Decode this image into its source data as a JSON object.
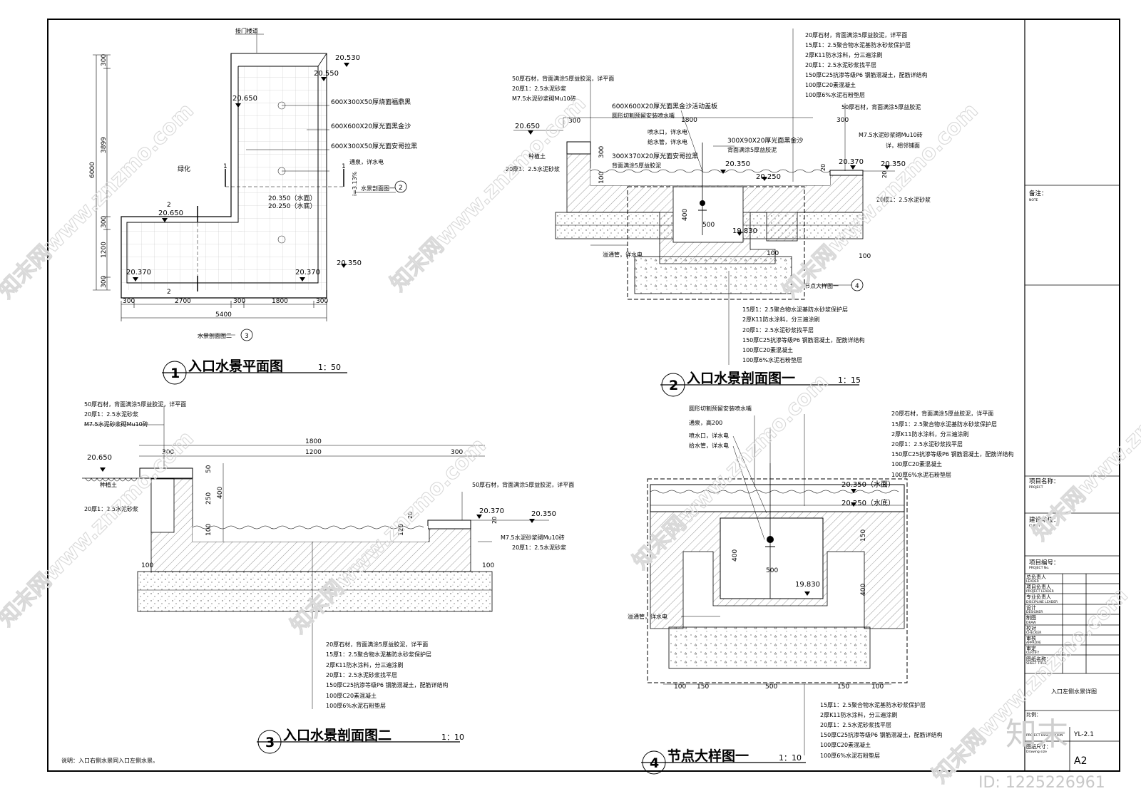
{
  "plan": {
    "title": "入口水景平面图",
    "number": "1",
    "scale": "1：50",
    "labels": {
      "doorway": "接门楼道",
      "greening": "绿化",
      "stone1": "600X300X50厚烧面福鼎黑",
      "stone2": "600X600X20厚光面黑金沙",
      "stone3": "600X300X50厚光面安哥拉黑",
      "nozzle": "通泉，详水电",
      "water_level": "20.350（水面）",
      "water_bottom": "20.250（水底）",
      "slope": "i=3.13%",
      "section_ref1": "水景剖面图一",
      "section_ref1_num": "2",
      "section_ref2": "水景剖面图二",
      "section_ref2_num": "3",
      "cut1": "1",
      "cut2": "2"
    },
    "elevations": [
      "20.530",
      "20.550",
      "20.650",
      "20.650",
      "20.370",
      "20.370",
      "20.350"
    ],
    "dims_vertical": [
      "300",
      "3899",
      "6000",
      "300",
      "1200",
      "300"
    ],
    "dims_horizontal": [
      "300",
      "2700",
      "300",
      "1800",
      "300"
    ],
    "dim_total": "5400"
  },
  "section1": {
    "title": "入口水景剖面图一",
    "number": "2",
    "scale": "1：15",
    "top_notes": [
      "20厚石材，背面满涂5厚益胶泥，详平面",
      "15厚1：2.5聚合物水泥基防水砂浆保护层",
      "2厚K11防水涂料，分三遍涂刷",
      "20厚1：2.5水泥砂浆找平层",
      "150厚C25抗渗等级P6 钢筋混凝土，配筋详结构",
      "100厚C20素混凝土",
      "100厚6%水泥石粉垫层"
    ],
    "left_notes": [
      "50厚石材，背面满涂5厚益胶泥，详平面",
      "20厚1：2.5水泥砂浆",
      "M7.5水泥砂浆砌Mu10砖"
    ],
    "callouts": [
      "600X600X20厚光面黑金沙活动盖板",
      "圆形切割预留安装喷水嘴",
      "喷水口，详水电",
      "给水管，详水电",
      "300X370X20厚光面安哥拉黑",
      "背面满涂5厚益胶泥",
      "300X90X20厚光面黑金沙",
      "背面满涂5厚益胶泥",
      "50厚石材，背面满涂5厚益胶泥",
      "M7.5水泥砂浆砌Mu10砖",
      "详，相邻铺面",
      "种植土",
      "20厚1：2.5水泥砂浆",
      "20厚1：2.5水泥砂浆",
      "溢通管，详水电",
      "节点大样图一"
    ],
    "detail_ref_num": "4",
    "elevations": [
      "20.650",
      "20.350",
      "20.250",
      "19.830",
      "20.370",
      "20.350"
    ],
    "dims": [
      "300",
      "1800",
      "300",
      "300",
      "100",
      "400",
      "500",
      "100",
      "100",
      "20",
      "20"
    ],
    "bottom_notes": [
      "15厚1：2.5聚合物水泥基防水砂浆保护层",
      "2厚K11防水涂料，分三遍涂刷",
      "20厚1：2.5水泥砂浆找平层",
      "150厚C25抗渗等级P6 钢筋混凝土，配筋详结构",
      "100厚C20素混凝土",
      "100厚6%水泥石粉垫层"
    ]
  },
  "section2": {
    "title": "入口水景剖面图二",
    "number": "3",
    "scale": "1：10",
    "left_notes": [
      "50厚石材，背面满涂5厚益胶泥，详平面",
      "20厚1：2.5水泥砂浆",
      "M7.5水泥砂浆砌Mu10砖"
    ],
    "right_notes": [
      "50厚石材，背面满涂5厚益胶泥，详平面",
      "M7.5水泥砂浆砌Mu10砖",
      "20厚1：2.5水泥砂浆"
    ],
    "labels": [
      "种植土",
      "20厚1：2.5水泥砂浆"
    ],
    "elevations": [
      "20.650",
      "20.370",
      "20.350"
    ],
    "dims_top": [
      "1800",
      "300",
      "1200",
      "300"
    ],
    "dims_vertical": [
      "50",
      "250",
      "400",
      "100",
      "120",
      "20",
      "20"
    ],
    "dims_side": [
      "100",
      "100"
    ],
    "bottom_notes": [
      "20厚石材，背面满涂5厚益胶泥，详平面",
      "15厚1：2.5聚合物水泥基防水砂浆保护层",
      "2厚K11防水涂料，分三遍涂刷",
      "20厚1：2.5水泥砂浆找平层",
      "150厚C25抗渗等级P6 钢筋混凝土，配筋详结构",
      "100厚C20素混凝土",
      "100厚6%水泥石粉垫层"
    ]
  },
  "detail": {
    "title": "节点大样图一",
    "number": "4",
    "scale": "1：10",
    "callouts": [
      "圆形切割预留安装喷水嘴",
      "通泉，高200",
      "喷水口，详水电",
      "给水管，详水电",
      "溢通管，详水电"
    ],
    "top_notes": [
      "20厚石材，背面满涂5厚益胶泥，详平面",
      "15厚1：2.5聚合物水泥基防水砂浆保护层",
      "2厚K11防水涂料，分三遍涂刷",
      "20厚1：2.5水泥砂浆找平层",
      "150厚C25抗渗等级P6 钢筋混凝土，配筋详结构",
      "100厚C20素混凝土",
      "100厚6%水泥石粉垫层"
    ],
    "elevations": [
      "20.350（水面）",
      "20.250（水底）",
      "19.830"
    ],
    "dims": [
      "400",
      "500",
      "150",
      "400",
      "100",
      "150",
      "500",
      "150",
      "100"
    ],
    "bottom_notes": [
      "15厚1：2.5聚合物水泥基防水砂浆保护层",
      "2厚K11防水涂料，分三遍涂刷",
      "20厚1：2.5水泥砂浆找平层",
      "150厚C25抗渗等级P6 钢筋混凝土，配筋详结构",
      "100厚C20素混凝土",
      "100厚6%水泥石粉垫层"
    ]
  },
  "note": "说明：入口右侧水景同入口左侧水景。",
  "title_block": {
    "note_label": "备注：",
    "note_en": "NOTE",
    "project_label": "项目名称：",
    "project_en": "PROJECT",
    "client_label": "建设单位：",
    "client_en": "CLIENT",
    "project_no_label": "项目编号：",
    "project_no_en": "PROJECT No.",
    "rows": [
      {
        "cn": "总负责人",
        "en": "LEADER"
      },
      {
        "cn": "项目负责人",
        "en": "PROJECT LEADER"
      },
      {
        "cn": "专业负责人",
        "en": "DISCIPLINE LEADER"
      },
      {
        "cn": "设计",
        "en": "DESIGNER"
      },
      {
        "cn": "制图",
        "en": "DRAW"
      },
      {
        "cn": "校对",
        "en": "CHECKER"
      },
      {
        "cn": "审核",
        "en": "APPROVE"
      },
      {
        "cn": "审定",
        "en": "CERTIFY"
      }
    ],
    "sheet_title_label": "图纸名称：",
    "sheet_title_en": "SHEET TITLE",
    "sheet_title": "入口左侧水景详图",
    "scale_label": "比例：",
    "desc_label": "PROJECT DESCRIPTION",
    "sheet_no": "YL-2.1",
    "size_label": "图纸尺寸：",
    "size_en": "Drawing size",
    "size": "A2"
  },
  "watermark": {
    "text": "知末网www.znzmo.com",
    "logo": "知末",
    "id": "ID: 1225226961"
  }
}
